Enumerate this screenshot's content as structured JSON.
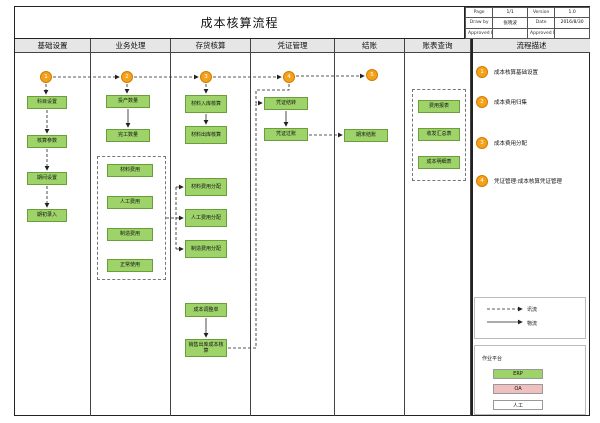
{
  "title": "成本核算流程",
  "meta": {
    "page_label": "Page",
    "page_value": "1/1",
    "version_label": "Version",
    "version_value": "1.0",
    "drawby_label": "Draw by",
    "drawby_value": "张晓波",
    "date_label": "Date",
    "date_value": "2016/8/30",
    "approvedby_label": "Approved by",
    "approvedby_value": "",
    "approveddate_label": "Approved Date",
    "approveddate_value": ""
  },
  "lanes": [
    "基础设置",
    "业务处理",
    "存货核算",
    "凭证管理",
    "结账",
    "账表查询",
    "流程描述"
  ],
  "steps": [
    "1",
    "2",
    "3",
    "4",
    "5"
  ],
  "boxes": {
    "kemu": "科目设置",
    "hesuan": "核算参数",
    "qijian": "期间设置",
    "qichu": "期初录入",
    "touchan": "投产数量",
    "wangong": "完工数量",
    "cailiao_fy": "材料费用",
    "rengong_fy": "人工费用",
    "zhizao_fy": "制造费用",
    "zhengchang": "正常使用",
    "cailiao_ru": "材料入库核算",
    "cailiao_chu": "材料出库核算",
    "cailiao_fp": "材料费用分配",
    "rengong_fp": "人工费用分配",
    "zhizao_fp": "制造费用分配",
    "tiaozheng": "成本调整单",
    "xiaoshou": "销售出库成本核算",
    "pz_jiezhuan": "凭证结转",
    "pz_guozhang": "凭证过账",
    "qimo": "期末结账",
    "fy_baobiao": "费用报表",
    "shoufa": "收发汇总表",
    "chengben_mx": "成本明细表"
  },
  "descriptions": [
    {
      "num": "1",
      "text": "成本核算基础设置"
    },
    {
      "num": "2",
      "text": "成本费用归集"
    },
    {
      "num": "3",
      "text": "成本费用分配"
    },
    {
      "num": "4",
      "text": "凭证管理:成本核算凭证管理"
    }
  ],
  "legend": {
    "flow_dashed": "讯流",
    "flow_solid": "物流"
  },
  "platform": {
    "title": "作业平台",
    "erp": "ERP",
    "oa": "OA",
    "manual": "人工"
  },
  "colors": {
    "erp": "#9ed36a",
    "oa": "#f0c0c0",
    "manual": "#ffffff",
    "step": "#f4a21c",
    "lane_head": "#e6e6e6"
  }
}
